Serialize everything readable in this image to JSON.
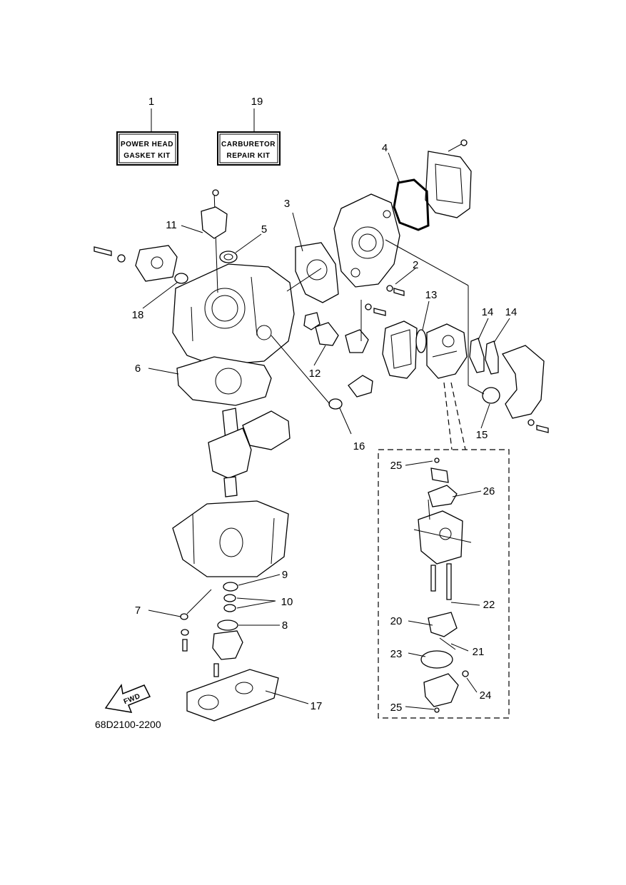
{
  "kits": [
    {
      "number": "1",
      "line1": "POWER HEAD",
      "line2": "GASKET KIT"
    },
    {
      "number": "19",
      "line1": "CARBURETOR",
      "line2": "REPAIR KIT"
    }
  ],
  "callouts": [
    "2",
    "3",
    "4",
    "5",
    "6",
    "7",
    "8",
    "9",
    "10",
    "11",
    "12",
    "13",
    "14",
    "14",
    "15",
    "16",
    "17",
    "18",
    "20",
    "21",
    "22",
    "23",
    "24",
    "25",
    "25",
    "26"
  ],
  "fwd_label": "FWD",
  "diagram_code": "68D2100-2200"
}
